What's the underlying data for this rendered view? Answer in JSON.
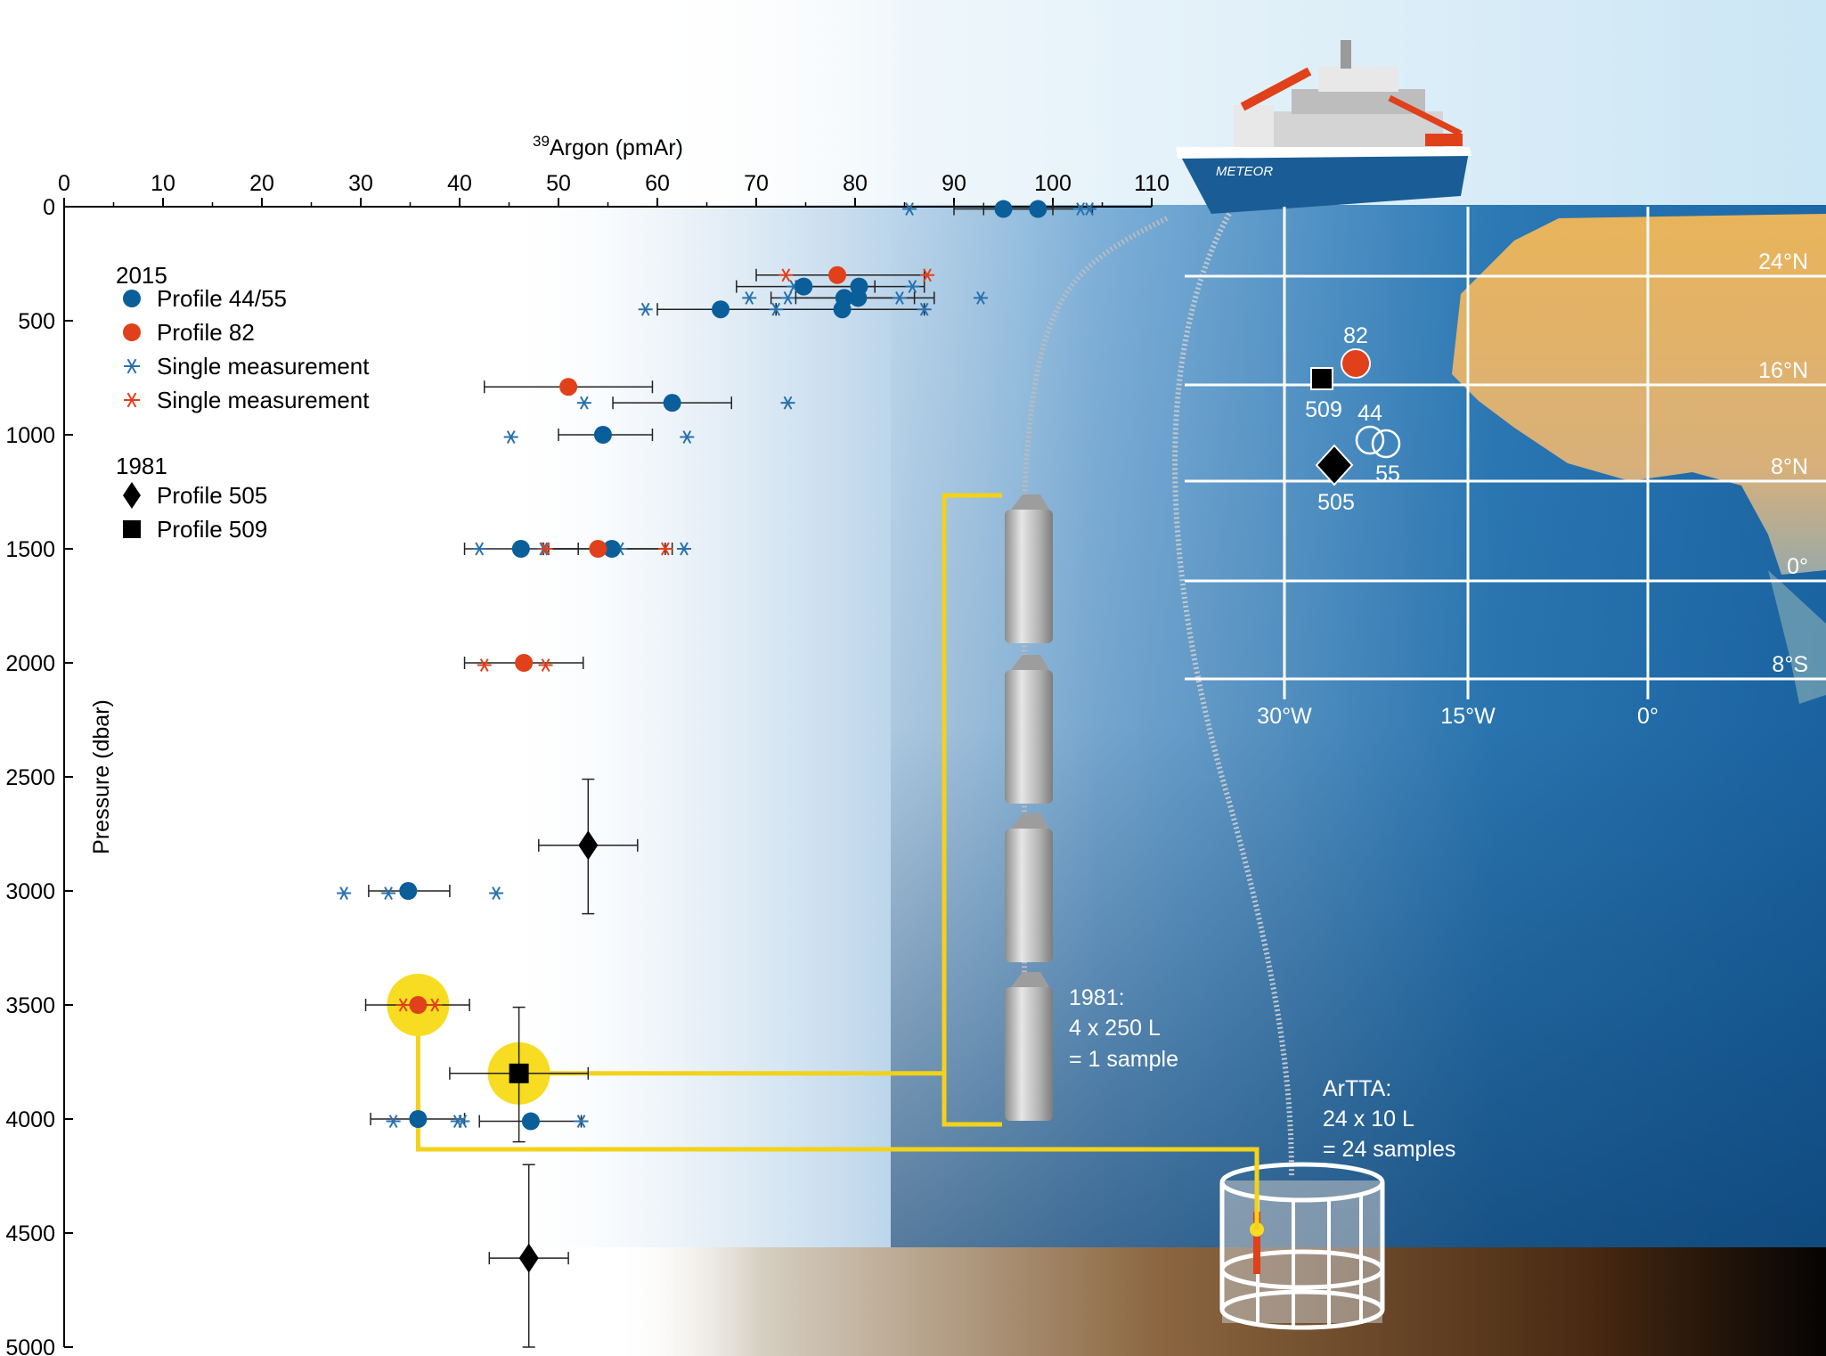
{
  "chart_data": {
    "type": "scatter",
    "xlabel_pre": "39",
    "xlabel": "Argon (pmAr)",
    "ylabel": "Pressure (dbar)",
    "xlim": [
      0,
      110
    ],
    "ylim": [
      0,
      5000
    ],
    "x_ticks": [
      0,
      10,
      20,
      30,
      40,
      50,
      60,
      70,
      80,
      90,
      100,
      110
    ],
    "y_ticks": [
      0,
      500,
      1000,
      1500,
      2000,
      2500,
      3000,
      3500,
      4000,
      4500,
      5000
    ],
    "x_axis_position": "top",
    "grid": false,
    "legend_position": "top-left",
    "legend": {
      "group_2015": "2015",
      "group_1981": "1981",
      "entries": [
        {
          "label": "Profile 44/55",
          "marker": "circle",
          "color": "#0a5e9a"
        },
        {
          "label": "Profile 82",
          "marker": "circle",
          "color": "#e0401a"
        },
        {
          "label": "Single measurement",
          "marker": "asterisk",
          "color": "#2a72ad"
        },
        {
          "label": "Single measurement",
          "marker": "asterisk",
          "color": "#e0401a"
        },
        {
          "label": "Profile 505",
          "marker": "diamond",
          "color": "#000000"
        },
        {
          "label": "Profile 509",
          "marker": "square",
          "color": "#000000"
        }
      ]
    },
    "series": [
      {
        "name": "Profile 44/55",
        "marker": "circle",
        "color": "#0a5e9a",
        "points": [
          {
            "x": 95,
            "y": 10,
            "xerr": [
              90,
              100
            ]
          },
          {
            "x": 98.5,
            "y": 10,
            "xerr": [
              93,
              104
            ]
          },
          {
            "x": 74.8,
            "y": 350,
            "xerr": [
              68,
              82
            ]
          },
          {
            "x": 80.4,
            "y": 350,
            "xerr": [
              74,
              87
            ]
          },
          {
            "x": 78.9,
            "y": 400,
            "xerr": [
              71.5,
              86
            ]
          },
          {
            "x": 80.3,
            "y": 400,
            "xerr": [
              74,
              88
            ]
          },
          {
            "x": 66.4,
            "y": 450,
            "xerr": [
              60,
              72
            ]
          },
          {
            "x": 78.7,
            "y": 450,
            "xerr": [
              72,
              87
            ]
          },
          {
            "x": 61.5,
            "y": 860,
            "xerr": [
              55.5,
              67.5
            ]
          },
          {
            "x": 54.5,
            "y": 1000,
            "xerr": [
              50,
              59.5
            ]
          },
          {
            "x": 46.2,
            "y": 1500,
            "xerr": [
              40.5,
              52
            ]
          },
          {
            "x": 55.4,
            "y": 1500,
            "xerr": [
              49,
              61.5
            ]
          },
          {
            "x": 34.8,
            "y": 3000,
            "xerr": [
              30.8,
              39
            ]
          },
          {
            "x": 35.8,
            "y": 4000,
            "xerr": [
              31,
              40.5
            ]
          },
          {
            "x": 47.2,
            "y": 4010,
            "xerr": [
              42,
              52.3
            ]
          }
        ]
      },
      {
        "name": "Profile 82",
        "marker": "circle",
        "color": "#e0401a",
        "points": [
          {
            "x": 78.2,
            "y": 300,
            "xerr": [
              70,
              87
            ]
          },
          {
            "x": 51,
            "y": 790,
            "xerr": [
              42.5,
              59.5
            ]
          },
          {
            "x": 54,
            "y": 1500,
            "xerr": [
              48.5,
              60.8
            ]
          },
          {
            "x": 46.5,
            "y": 2000,
            "xerr": [
              40.5,
              52.5
            ]
          },
          {
            "x": 35.8,
            "y": 3500,
            "xerr": [
              30.5,
              41
            ]
          }
        ]
      },
      {
        "name": "Single measurement",
        "marker": "asterisk",
        "color": "#2a72ad",
        "points": [
          {
            "x": 85.5,
            "y": 10
          },
          {
            "x": 102.8,
            "y": 10
          },
          {
            "x": 103.7,
            "y": 10
          },
          {
            "x": 73.8,
            "y": 350
          },
          {
            "x": 85.8,
            "y": 350
          },
          {
            "x": 69.3,
            "y": 400
          },
          {
            "x": 73.2,
            "y": 400
          },
          {
            "x": 84.5,
            "y": 400
          },
          {
            "x": 92.7,
            "y": 400
          },
          {
            "x": 58.8,
            "y": 450
          },
          {
            "x": 72,
            "y": 450
          },
          {
            "x": 87,
            "y": 450
          },
          {
            "x": 52.6,
            "y": 860
          },
          {
            "x": 73.2,
            "y": 860
          },
          {
            "x": 45.2,
            "y": 1010
          },
          {
            "x": 63,
            "y": 1010
          },
          {
            "x": 42,
            "y": 1500
          },
          {
            "x": 48.5,
            "y": 1500
          },
          {
            "x": 56.2,
            "y": 1500
          },
          {
            "x": 62.7,
            "y": 1500
          },
          {
            "x": 28.3,
            "y": 3010
          },
          {
            "x": 32.8,
            "y": 3010
          },
          {
            "x": 43.7,
            "y": 3010
          },
          {
            "x": 33.3,
            "y": 4010
          },
          {
            "x": 39.8,
            "y": 4010
          },
          {
            "x": 40.3,
            "y": 4010
          },
          {
            "x": 52.3,
            "y": 4010
          }
        ]
      },
      {
        "name": "Single measurement",
        "marker": "asterisk",
        "color": "#e0401a",
        "points": [
          {
            "x": 73,
            "y": 300
          },
          {
            "x": 87.3,
            "y": 300
          },
          {
            "x": 48.7,
            "y": 1500
          },
          {
            "x": 60.8,
            "y": 1500
          },
          {
            "x": 42.5,
            "y": 2010
          },
          {
            "x": 48.7,
            "y": 2010
          },
          {
            "x": 34.3,
            "y": 3500
          },
          {
            "x": 37.5,
            "y": 3500
          }
        ]
      },
      {
        "name": "Profile 505",
        "marker": "diamond",
        "color": "#000000",
        "points": [
          {
            "x": 53,
            "y": 2800,
            "xerr": [
              48,
              58
            ],
            "yerr": [
              2510,
              3100
            ]
          },
          {
            "x": 47,
            "y": 4610,
            "xerr": [
              43,
              51
            ],
            "yerr": [
              4200,
              5000
            ]
          }
        ]
      },
      {
        "name": "Profile 509",
        "marker": "square",
        "color": "#000000",
        "points": [
          {
            "x": 46,
            "y": 3800,
            "xerr": [
              39,
              53
            ],
            "yerr": [
              3510,
              4100
            ]
          }
        ]
      }
    ],
    "highlighted_points": [
      {
        "x": 35.8,
        "y": 3500
      },
      {
        "x": 46,
        "y": 3800
      }
    ]
  },
  "illustration": {
    "ship_name": "METEOR",
    "sampler_1981": {
      "line1": "1981:",
      "line2": "4 x 250 L",
      "line3": "= 1 sample"
    },
    "sampler_artta": {
      "line1": "ArTTA:",
      "line2": "24 x 10 L",
      "line3": "= 24 samples"
    }
  },
  "map": {
    "lat_labels": [
      "24°N",
      "16°N",
      "8°N",
      "0°",
      "8°S"
    ],
    "lon_labels": [
      "30°W",
      "15°W",
      "0°"
    ],
    "stations": [
      {
        "label": "82",
        "marker": "circle",
        "color": "#e0401a"
      },
      {
        "label": "509",
        "marker": "square",
        "color": "#000000"
      },
      {
        "label": "44",
        "marker": "open-circle",
        "color": "#ffffff"
      },
      {
        "label": "55",
        "marker": "open-circle",
        "color": "#ffffff"
      },
      {
        "label": "505",
        "marker": "diamond",
        "color": "#000000"
      }
    ]
  },
  "colors": {
    "ocean_deep": "#0a4a80",
    "ocean_mid": "#1f6ba8",
    "sky": "#cfe7f5",
    "land": "#e7b45e",
    "seafloor": "#7a4a20",
    "highlight": "#f7dc21",
    "connector": "#f2d21a"
  }
}
